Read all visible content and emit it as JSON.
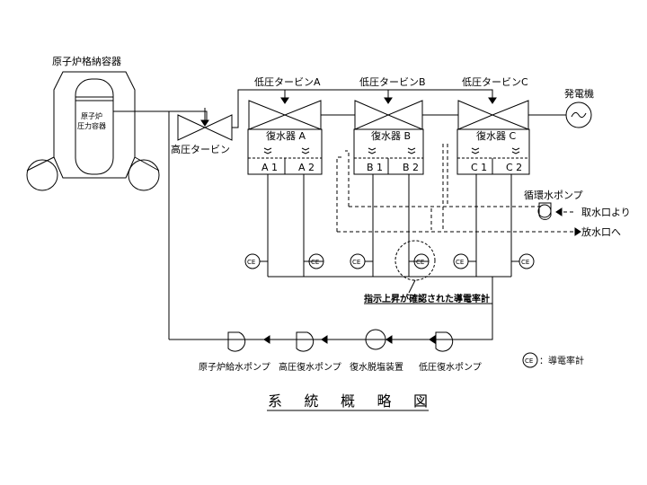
{
  "labels": {
    "containment": "原子炉格納容器",
    "rpv_line1": "原子炉",
    "rpv_line2": "圧力容器",
    "hp_turbine": "高圧タービン",
    "lp_turbine_a": "低圧タービンA",
    "lp_turbine_b": "低圧タービンB",
    "lp_turbine_c": "低圧タービンC",
    "generator": "発電機",
    "condenser_a": "復水器 A",
    "condenser_b": "復水器 B",
    "condenser_c": "復水器 C",
    "a1": "A 1",
    "a2": "A 2",
    "b1": "B 1",
    "b2": "B 2",
    "c1": "C 1",
    "c2": "C 2",
    "circ_pump": "循環水ポンプ",
    "intake": "取水口より",
    "discharge": "放水口へ",
    "ce": "CE",
    "ce_note": "指示上昇が確認された導電率計",
    "feed_pump": "原子炉給水ポンプ",
    "hp_cond_pump": "高圧復水ポンプ",
    "demineralizer": "復水脱塩装置",
    "lp_cond_pump": "低圧復水ポンプ",
    "legend_symbol": "CE",
    "legend_text": "：導電率計",
    "title": "系 統 概 略 図"
  }
}
